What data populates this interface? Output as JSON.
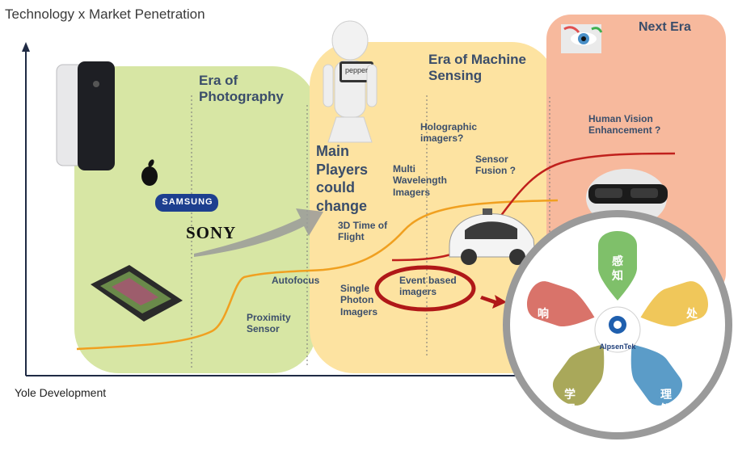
{
  "header": {
    "title": "Technology x Market Penetration",
    "footer": "Yole Development"
  },
  "eras": {
    "photography": "Era of Photography",
    "machine_sensing": "Era of Machine Sensing",
    "next": "Next Era"
  },
  "labels": {
    "main_players": "Main Players could change",
    "proximity": "Proximity Sensor",
    "autofocus": "Autofocus",
    "single_photon": "Single Photon Imagers",
    "tof": "3D Time of Flight",
    "event_based": "Event based imagers",
    "multi_wavelength": "Multi Wavelength Imagers",
    "holographic": "Holographic imagers?",
    "sensor_fusion": "Sensor Fusion ?",
    "human_vision": "Human Vision Enhancement ?"
  },
  "logos": {
    "samsung": "SAMSUNG",
    "sony": "SONY",
    "pepper": "pepper",
    "alpsentek": "AlpsenTek"
  },
  "wheel": {
    "sense": "感知",
    "process": "处理",
    "understand": "理解",
    "learn": "学习",
    "respond": "响应"
  },
  "colors": {
    "photography_bg": "#d7e6a4",
    "machine_bg": "#fde3a1",
    "next_bg": "#f7b99d",
    "curve_orange": "#f0a020",
    "curve_red": "#c0201c",
    "petal_green": "#7fc06a",
    "petal_yellow": "#f0c75a",
    "petal_blue": "#5b9cc8",
    "petal_olive": "#a9a85a",
    "petal_red": "#d9736a"
  }
}
